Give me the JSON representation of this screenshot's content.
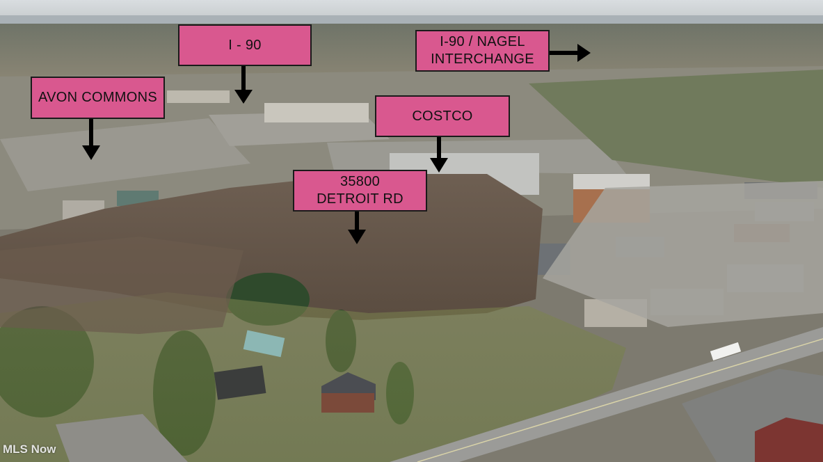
{
  "labels": {
    "i90": "I - 90",
    "interchange_line1": "I-90 /  NAGEL",
    "interchange_line2": "INTERCHANGE",
    "avon": "AVON COMMONS",
    "costco": "COSTCO",
    "site_line1": "35800",
    "site_line2": "DETROIT RD"
  },
  "watermark": "MLS Now",
  "colors": {
    "label_bg": "#d9588f",
    "label_border": "#1a1a1a",
    "arrow": "#000000"
  }
}
